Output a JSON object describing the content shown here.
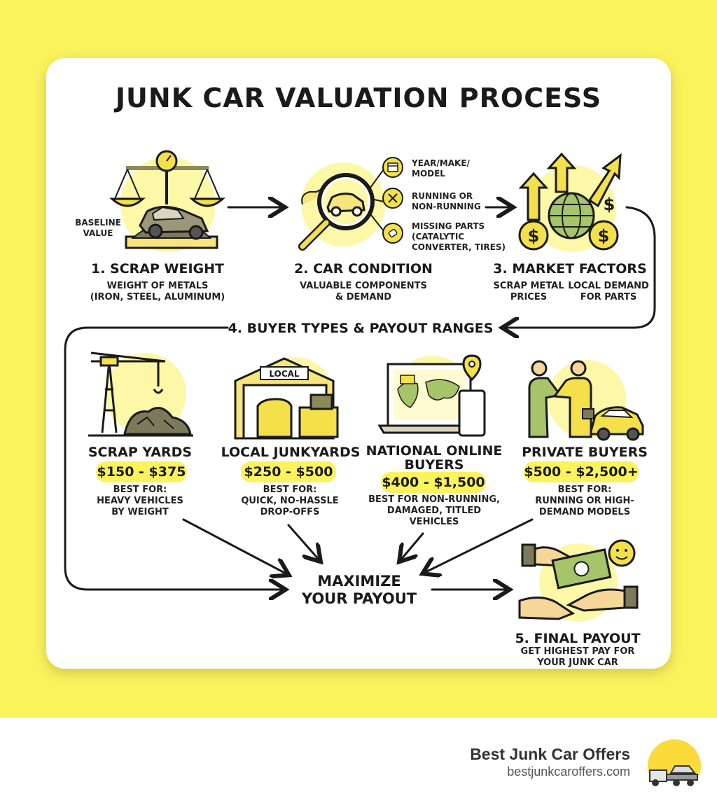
{
  "title": "JUNK CAR VALUATION PROCESS",
  "steps": [
    {
      "heading": "1. SCRAP WEIGHT",
      "sub1": "WEIGHT OF METALS",
      "sub2": "(IRON, STEEL, ALUMINUM)",
      "icon_label": "BASELINE",
      "icon_label2": "VALUE"
    },
    {
      "heading": "2. CAR CONDITION",
      "sub1": "VALUABLE COMPONENTS",
      "sub2": "& DEMAND",
      "factors": [
        "YEAR/MAKE/",
        "MODEL",
        "RUNNING OR",
        "NON-RUNNING",
        "MISSING PARTS",
        "(CATALYTIC",
        "CONVERTER, TIRES)"
      ]
    },
    {
      "heading": "3. MARKET FACTORS",
      "factor_a1": "SCRAP METAL",
      "factor_a2": "PRICES",
      "factor_b1": "LOCAL DEMAND",
      "factor_b2": "FOR PARTS"
    }
  ],
  "buyers_heading": "4. BUYER TYPES & PAYOUT RANGES",
  "buyers": [
    {
      "name1": "SCRAP YARDS",
      "name2": "",
      "price": "$150 - $375",
      "best1": "BEST FOR:",
      "best2": "HEAVY VEHICLES",
      "best3": "BY WEIGHT"
    },
    {
      "name1": "LOCAL JUNKYARDS",
      "name2": "",
      "price": "$250 - $500",
      "best1": "BEST FOR:",
      "best2": "QUICK, NO-HASSLE",
      "best3": "DROP-OFFS",
      "sign": "LOCAL"
    },
    {
      "name1": "NATIONAL ONLINE",
      "name2": "BUYERS",
      "price": "$400 - $1,500",
      "best1": "BEST FOR NON-RUNNING,",
      "best2": "DAMAGED, TITLED",
      "best3": "VEHICLES"
    },
    {
      "name1": "PRIVATE BUYERS",
      "name2": "",
      "price": "$500 - $2,500+",
      "best1": "BEST FOR:",
      "best2": "RUNNING OR HIGH-",
      "best3": "DEMAND MODELS"
    }
  ],
  "center": {
    "line1": "MAXIMIZE",
    "line2": "YOUR PAYOUT"
  },
  "final": {
    "heading": "5. FINAL PAYOUT",
    "sub1": "GET HIGHEST PAY FOR",
    "sub2": "YOUR JUNK CAR"
  },
  "footer": {
    "brand": "Best Junk Car Offers",
    "url": "bestjunkcaroffers.com"
  },
  "colors": {
    "accent_yellow": "#fbf35c",
    "light_yellow": "#fdf8a8",
    "green": "#a6c46a",
    "dark": "#1a1a1a"
  }
}
